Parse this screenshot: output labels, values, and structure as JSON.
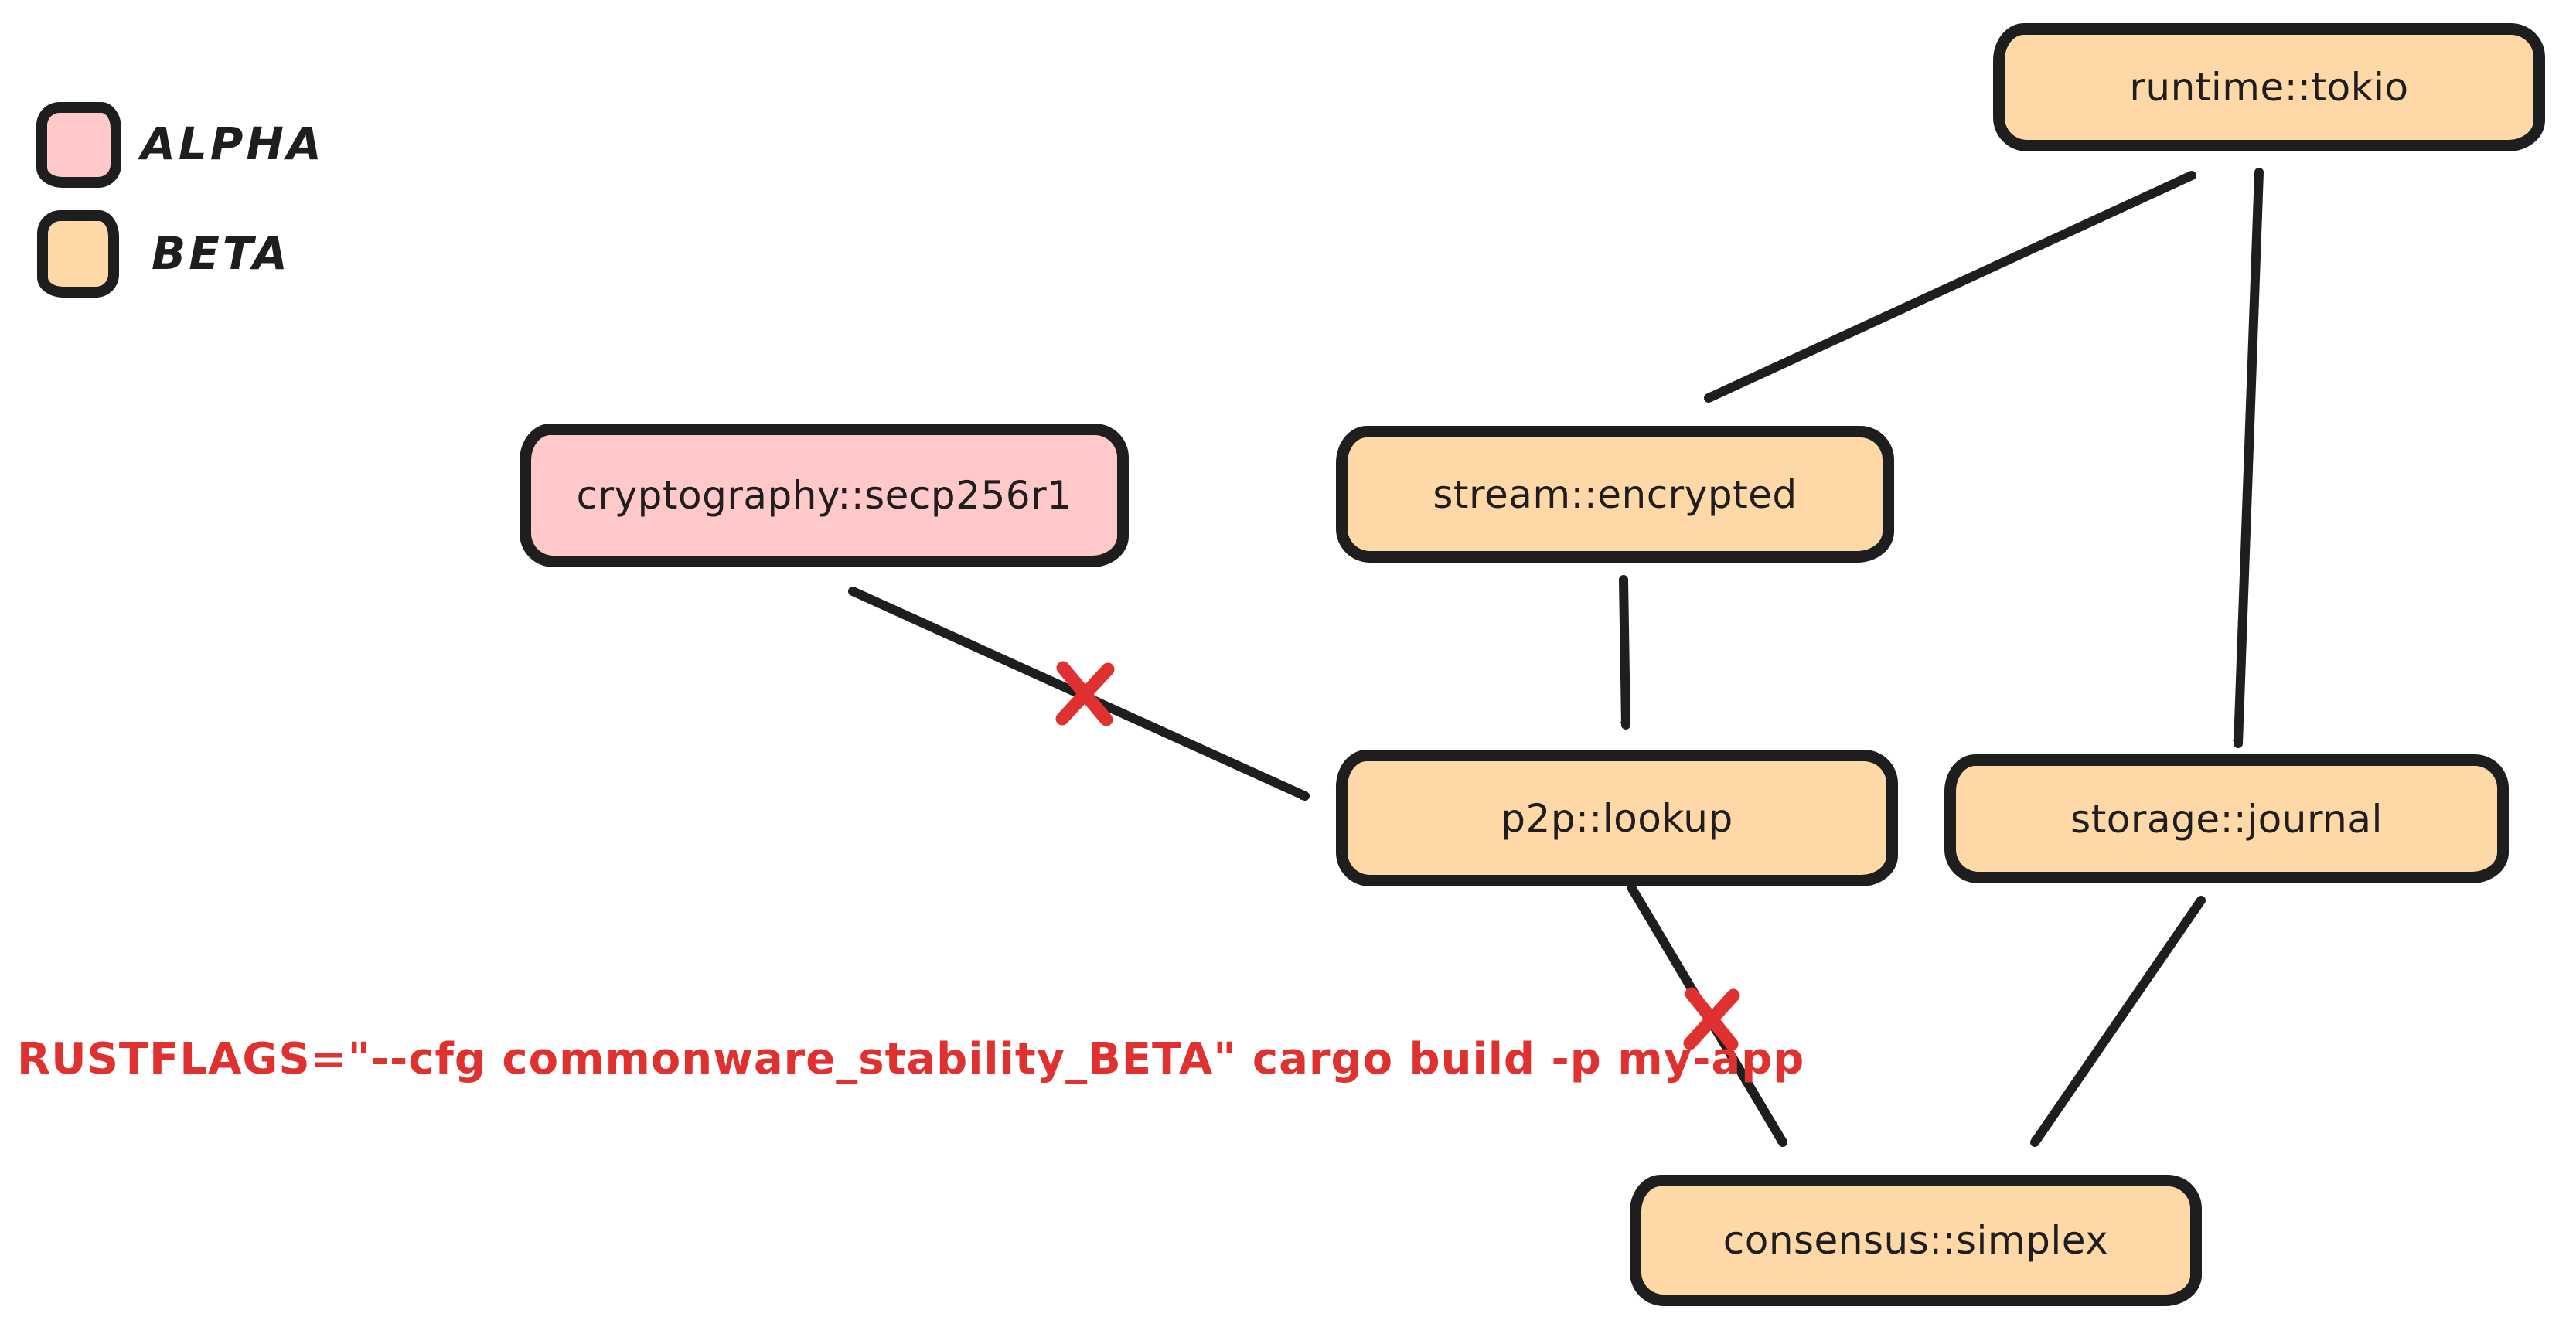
{
  "legend": {
    "items": [
      {
        "label": "ALPHA",
        "color": "#ffc9c9"
      },
      {
        "label": "BETA",
        "color": "#ffd8a8"
      }
    ]
  },
  "nodes": [
    {
      "id": "runtime-tokio",
      "label": "runtime::tokio",
      "stability": "BETA"
    },
    {
      "id": "cryptography-secp256r1",
      "label": "cryptography::secp256r1",
      "stability": "ALPHA"
    },
    {
      "id": "stream-encrypted",
      "label": "stream::encrypted",
      "stability": "BETA"
    },
    {
      "id": "p2p-lookup",
      "label": "p2p::lookup",
      "stability": "BETA"
    },
    {
      "id": "storage-journal",
      "label": "storage::journal",
      "stability": "BETA"
    },
    {
      "id": "consensus-simplex",
      "label": "consensus::simplex",
      "stability": "BETA"
    }
  ],
  "edges": [
    {
      "from": "runtime::tokio",
      "to": "stream::encrypted",
      "blocked": false
    },
    {
      "from": "runtime::tokio",
      "to": "storage::journal",
      "blocked": false
    },
    {
      "from": "stream::encrypted",
      "to": "p2p::lookup",
      "blocked": false
    },
    {
      "from": "cryptography::secp256r1",
      "to": "p2p::lookup",
      "blocked": true
    },
    {
      "from": "p2p::lookup",
      "to": "consensus::simplex",
      "blocked": true
    },
    {
      "from": "storage::journal",
      "to": "consensus::simplex",
      "blocked": false
    }
  ],
  "annotation": {
    "command": "RUSTFLAGS=\"--cfg commonware_stability_BETA\" cargo build -p my-app",
    "color": "#e03131"
  },
  "colors": {
    "alpha_fill": "#ffc9c9",
    "beta_fill": "#ffd8a8",
    "stroke": "#1e1e1e",
    "blocked_mark": "#e03131",
    "background": "#ffffff"
  }
}
